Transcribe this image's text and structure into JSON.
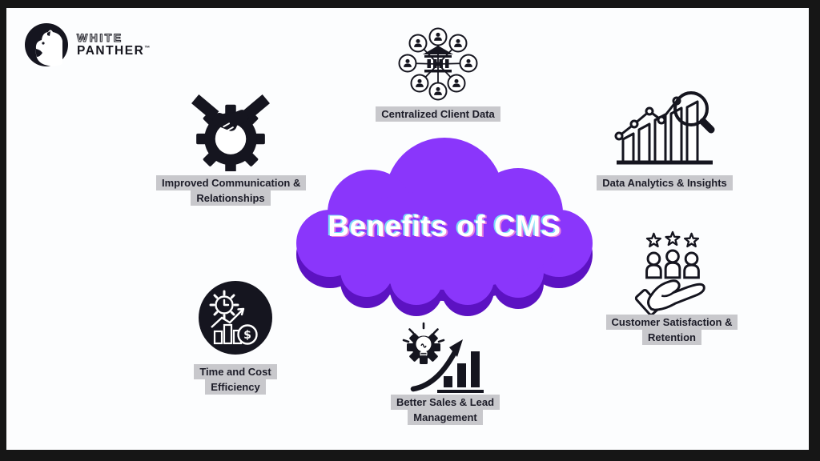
{
  "frame": {
    "border_color": "#161616",
    "background": "#fcfdfe"
  },
  "logo": {
    "brand_line1": "WHITE",
    "brand_line2": "PANTHER",
    "trademark": "™",
    "icon": "panther-icon"
  },
  "cloud": {
    "title": "Benefits of CMS",
    "fill": "#8a36fb",
    "shadow": "#5c12c2",
    "title_color": "#ffffff"
  },
  "benefits": [
    {
      "key": "centralized-client-data",
      "label": "Centralized Client Data",
      "icon": "bank-network-icon"
    },
    {
      "key": "improved-communication-relationships",
      "label": "Improved Communication & Relationships",
      "icon": "handshake-gear-icon"
    },
    {
      "key": "data-analytics-insights",
      "label": "Data Analytics & Insights",
      "icon": "bar-chart-magnifier-icon"
    },
    {
      "key": "customer-satisfaction-retention",
      "label": "Customer Satisfaction & Retention",
      "icon": "hand-people-stars-icon"
    },
    {
      "key": "time-cost-efficiency",
      "label": "Time and Cost Efficiency",
      "icon": "clock-gear-dollar-icon"
    },
    {
      "key": "better-sales-lead-management",
      "label": "Better Sales & Lead Management",
      "icon": "bulb-growth-arrow-icon"
    }
  ],
  "label_style": {
    "background": "#c8c8cc",
    "text_color": "#1c1c28"
  }
}
